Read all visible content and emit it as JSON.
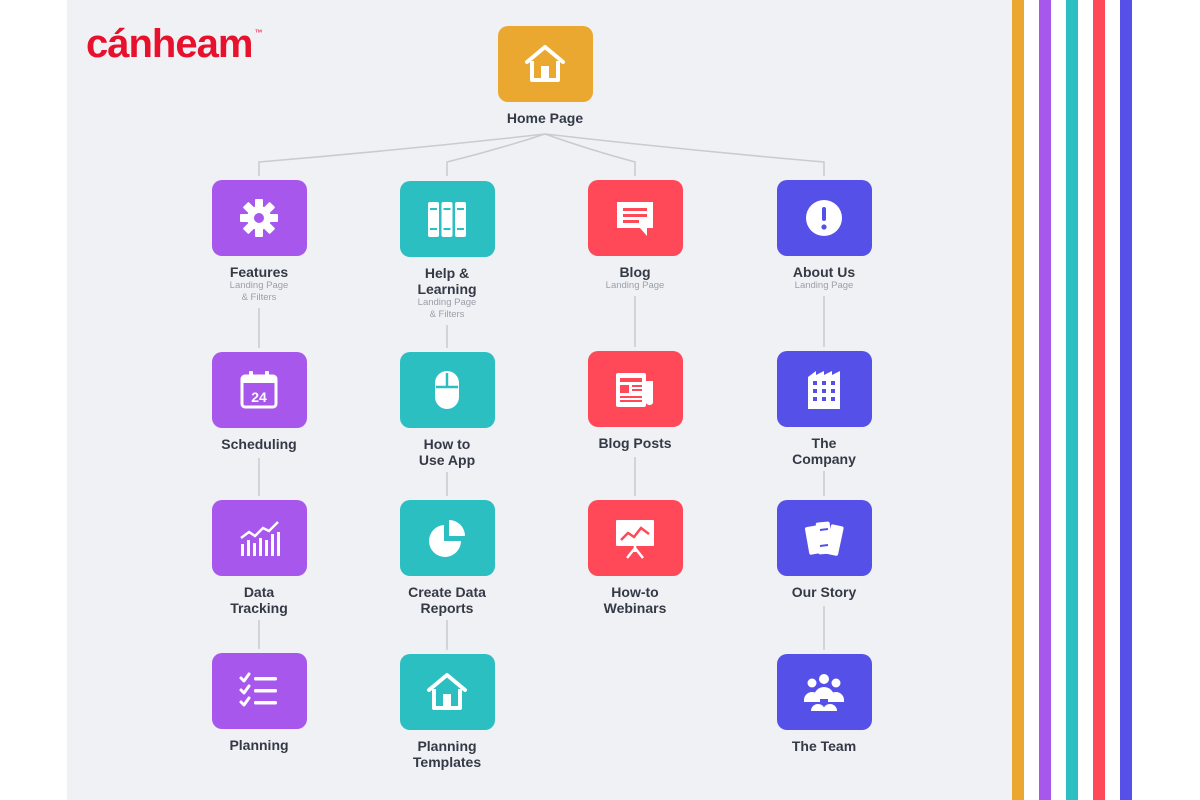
{
  "brand": {
    "logo_text": "cánheam",
    "trademark": "™",
    "logo_color": "#e8112d"
  },
  "colors": {
    "background": "#f0f1f5",
    "connector": "#c9cbd2",
    "home": "#eaa831",
    "features": "#a857ec",
    "help": "#2bbfc1",
    "blog": "#ff4858",
    "about": "#5550e8",
    "stripes": [
      "#eaa831",
      "#a857ec",
      "#2bbfc1",
      "#ff4858",
      "#5550e8"
    ]
  },
  "sitemap": {
    "home": {
      "label": "Home Page",
      "icon": "house-icon",
      "color": "home"
    },
    "columns": [
      {
        "id": "features",
        "nodes": [
          {
            "label": "Features",
            "sub": "Landing Page\n& Filters",
            "icon": "gear-icon",
            "color": "features"
          },
          {
            "label": "Scheduling",
            "icon": "calendar-icon",
            "color": "features"
          },
          {
            "label": "Data\nTracking",
            "icon": "chart-growth-icon",
            "color": "features"
          },
          {
            "label": "Planning",
            "icon": "checklist-icon",
            "color": "features"
          }
        ]
      },
      {
        "id": "help",
        "nodes": [
          {
            "label": "Help &\nLearning",
            "sub": "Landing Page\n& Filters",
            "icon": "books-icon",
            "color": "help"
          },
          {
            "label": "How to\nUse App",
            "icon": "mouse-icon",
            "color": "help"
          },
          {
            "label": "Create Data\nReports",
            "icon": "pie-chart-icon",
            "color": "help"
          },
          {
            "label": "Planning\nTemplates",
            "icon": "house-icon",
            "color": "help"
          }
        ]
      },
      {
        "id": "blog",
        "nodes": [
          {
            "label": "Blog",
            "sub": "Landing Page",
            "icon": "chat-bubble-icon",
            "color": "blog"
          },
          {
            "label": "Blog Posts",
            "icon": "newspaper-icon",
            "color": "blog"
          },
          {
            "label": "How-to\nWebinars",
            "icon": "presentation-icon",
            "color": "blog"
          }
        ]
      },
      {
        "id": "about",
        "nodes": [
          {
            "label": "About Us",
            "sub": "Landing Page",
            "icon": "info-icon",
            "color": "about"
          },
          {
            "label": "The\nCompany",
            "icon": "building-icon",
            "color": "about"
          },
          {
            "label": "Our Story",
            "icon": "story-books-icon",
            "color": "about"
          },
          {
            "label": "The Team",
            "icon": "team-icon",
            "color": "about"
          }
        ]
      }
    ]
  }
}
